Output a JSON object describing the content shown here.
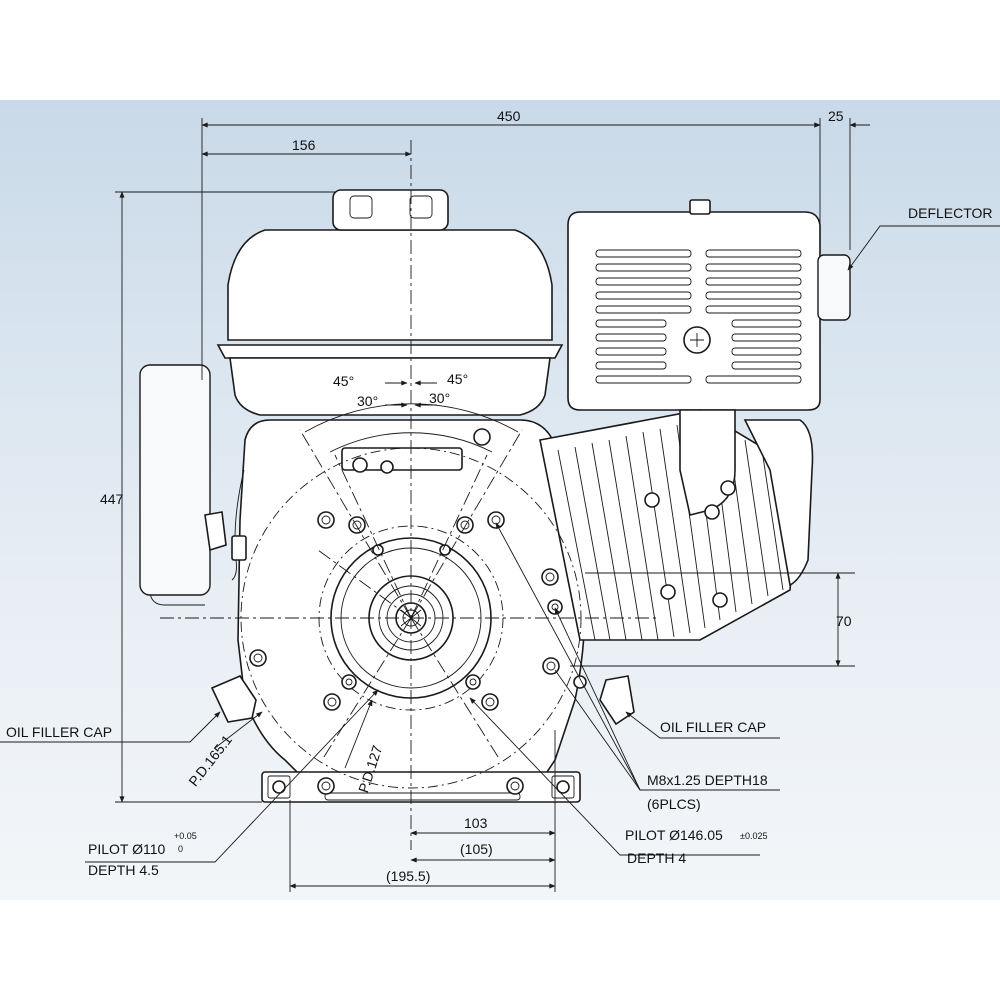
{
  "dimensions": {
    "overall_width": "450",
    "deflector_offset": "25",
    "center_to_left": "156",
    "overall_height": "447",
    "shaft_height": "70",
    "base_half": "103",
    "base_half_ref": "(105)",
    "base_total_ref": "(195.5)"
  },
  "angles": {
    "left_outer": "45°",
    "left_inner": "30°",
    "right_outer": "45°",
    "right_inner": "30°"
  },
  "pitch_diameters": {
    "outer": "P.D.165.1",
    "inner": "P.D.127"
  },
  "callouts": {
    "deflector": "DEFLECTOR",
    "oil_filler_left": "OIL FILLER CAP",
    "oil_filler_right": "OIL FILLER CAP",
    "bolt_spec": "M8x1.25 DEPTH18",
    "bolt_count": "(6PLCS)",
    "pilot_small_label": "PILOT Ø110",
    "pilot_small_tol_upper": "+0.05",
    "pilot_small_tol_lower": "0",
    "pilot_small_depth": "DEPTH 4.5",
    "pilot_large_label": "PILOT Ø146.05",
    "pilot_large_tol": "±0.025",
    "pilot_large_depth": "DEPTH 4"
  },
  "colors": {
    "background_top": "#c9d9e8",
    "background_bottom": "#f3f6f9",
    "line": "#1a1a1a"
  }
}
